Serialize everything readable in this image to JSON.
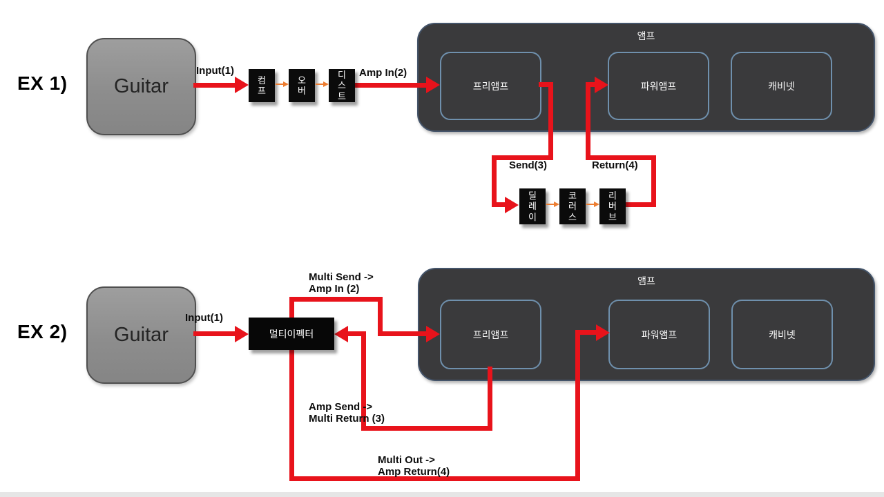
{
  "colors": {
    "wire_red": "#e8131b",
    "connector_orange": "#ED7D31",
    "amp_fill": "#3a3a3c",
    "amp_border": "#44546a",
    "inner_border": "#6f90ad",
    "pedal_black": "#0b0b0b",
    "guitar_gray": "#8d8d8d"
  },
  "ex1": {
    "label": "EX 1)",
    "guitar_label": "Guitar",
    "input_label": "Input(1)",
    "pedals": [
      "컴프",
      "오버",
      "디스트"
    ],
    "amp_in_label": "Amp In(2)",
    "amp": {
      "title": "앰프",
      "preamp": "프리앰프",
      "power_amp": "파워앰프",
      "cabinet": "캐비넷"
    },
    "send_label": "Send(3)",
    "return_label": "Return(4)",
    "loop_pedals": [
      "딜레이",
      "코러스",
      "리버브"
    ]
  },
  "ex2": {
    "label": "EX 2)",
    "guitar_label": "Guitar",
    "input_label": "Input(1)",
    "multi_effector_label": "멀티이펙터",
    "multi_send_label": [
      "Multi Send ->",
      "Amp In (2)"
    ],
    "amp_send_label": [
      "Amp Send ->",
      "Multi Return (3)"
    ],
    "multi_out_label": [
      "Multi Out ->",
      "Amp Return(4)"
    ],
    "amp": {
      "title": "앰프",
      "preamp": "프리앰프",
      "power_amp": "파워앰프",
      "cabinet": "캐비넷"
    }
  }
}
